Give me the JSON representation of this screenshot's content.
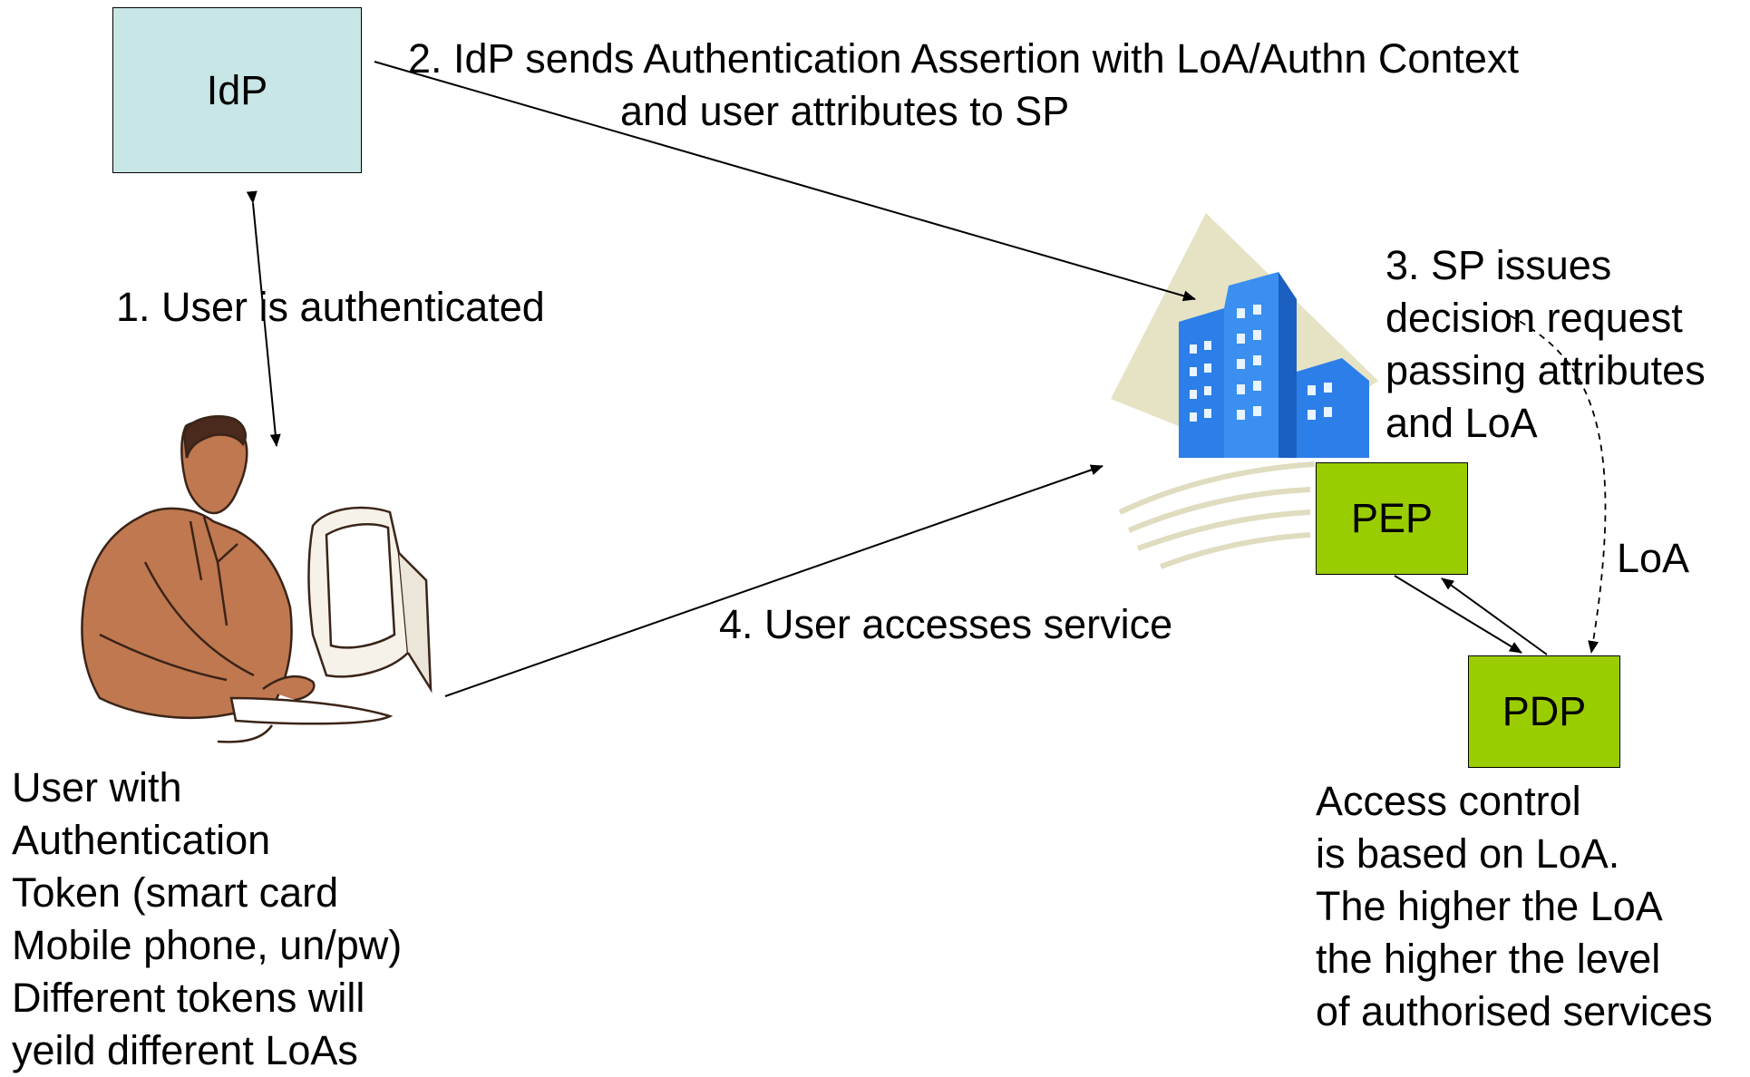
{
  "nodes": {
    "idp": "IdP",
    "pep": "PEP",
    "pdp": "PDP"
  },
  "labels": {
    "step1": "1. User is authenticated",
    "step2": [
      "2. IdP sends Authentication Assertion with LoA/Authn Context",
      "and user attributes to SP"
    ],
    "step3": [
      "3. SP  issues",
      "decision request",
      "passing attributes",
      "and LoA"
    ],
    "step4": "4. User accesses service",
    "loa": "LoA"
  },
  "user_caption": [
    "User with",
    "Authentication",
    "Token (smart card",
    "Mobile phone, un/pw)",
    "Different tokens will",
    "yeild different LoAs"
  ],
  "access_caption": [
    "Access control",
    "is based on LoA.",
    "The higher the LoA",
    "the higher the level",
    "of authorised services"
  ],
  "colors": {
    "idp_fill": "#c8e6e6",
    "policy_fill": "#9acd00",
    "building_blue": "#2c7ee8",
    "building_backdrop": "#e6e2c4",
    "user_skin": "#c07850"
  },
  "icons": {
    "user": "person-at-computer-icon",
    "sp": "office-building-icon"
  }
}
